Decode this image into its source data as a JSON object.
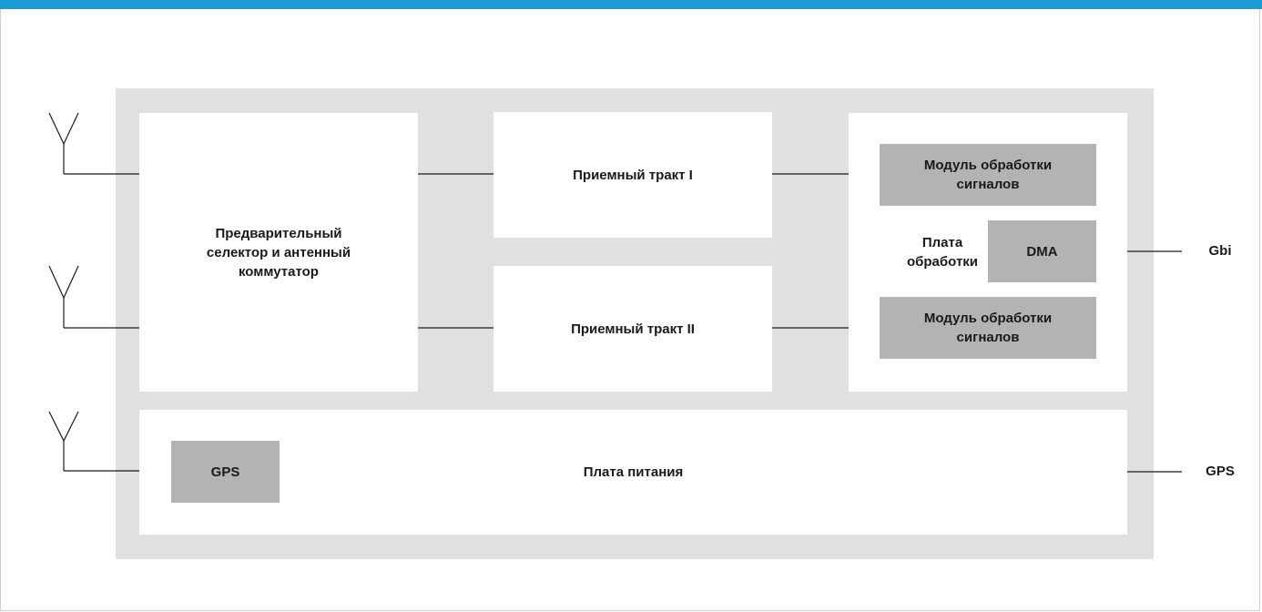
{
  "colors": {
    "accent": "#1a9ad6",
    "panel": "#e0e0e0",
    "module": "#b3b3b3"
  },
  "blocks": {
    "preselector": "Предварительный\nселектор и антенный\nкоммутатор",
    "rx1": "Приемный тракт I",
    "rx2": "Приемный тракт II",
    "processing_board": "Плата\nобработки",
    "signal_module_1": "Модуль обработки\nсигналов",
    "signal_module_2": "Модуль обработки\nсигналов",
    "dma": "DMA",
    "gps_module": "GPS",
    "power_board": "Плата питания"
  },
  "outputs": {
    "gbi": "Gbi",
    "gps": "GPS"
  },
  "icons": [
    "antenna-icon",
    "antenna-icon",
    "antenna-icon"
  ]
}
